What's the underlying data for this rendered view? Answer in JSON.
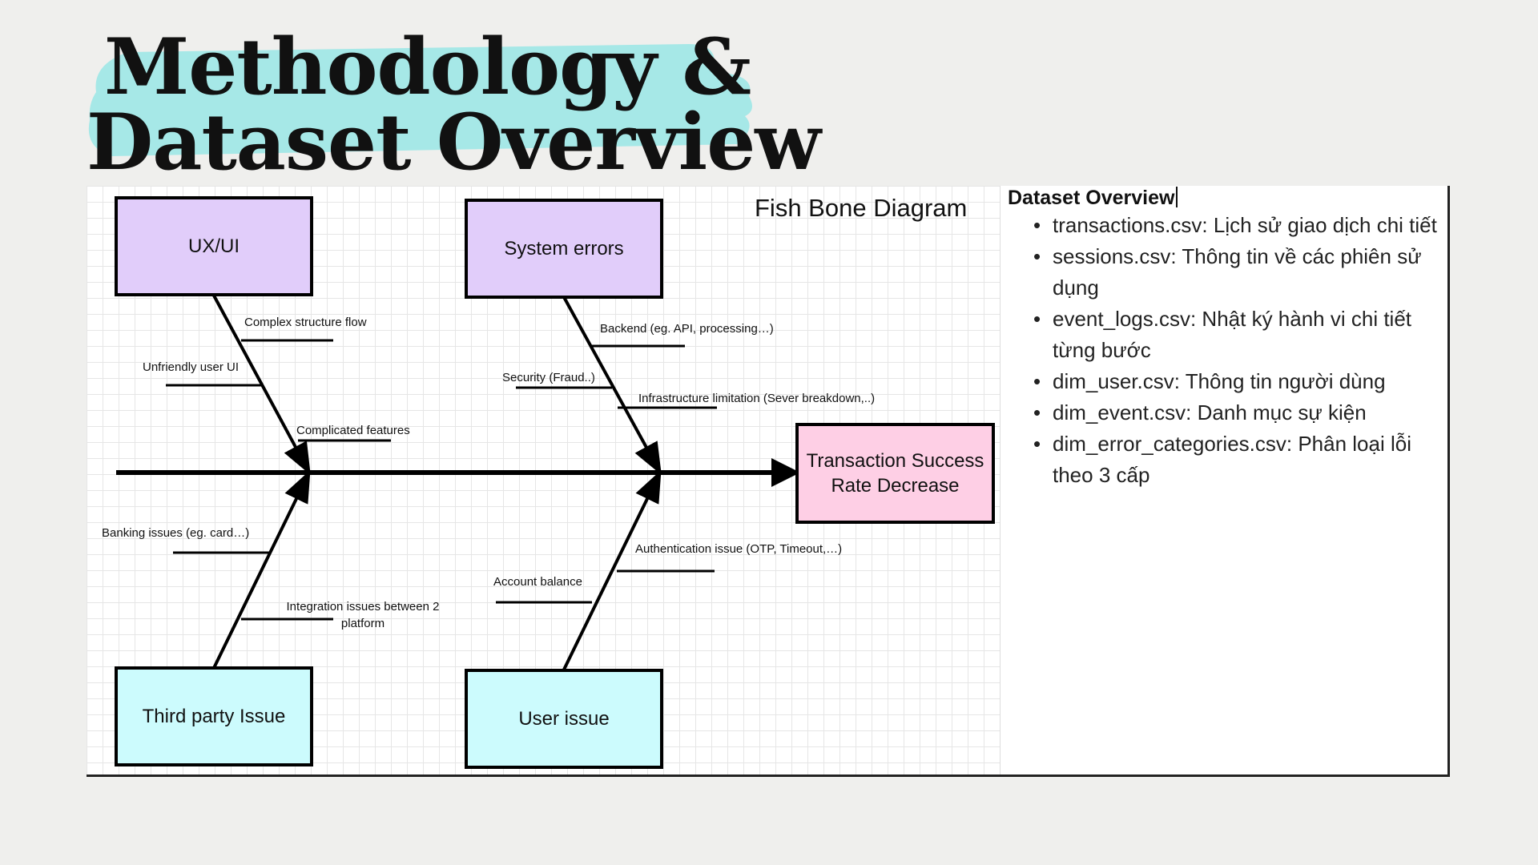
{
  "title": {
    "line1": "Methodology &",
    "line2": "Dataset Overview"
  },
  "colors": {
    "title_highlight": "#a6e8e7",
    "cause_box_top": "#e1cdfa",
    "cause_box_bottom": "#ccfbfd",
    "effect_box": "#fecfe5"
  },
  "diagram": {
    "heading": "Fish Bone Diagram",
    "effect": "Transaction Success Rate Decrease",
    "categories": {
      "ux_ui": {
        "name": "UX/UI",
        "causes": [
          "Complex structure flow",
          "Unfriendly user UI",
          "Complicated features"
        ]
      },
      "system_errors": {
        "name": "System errors",
        "causes": [
          "Backend (eg. API, processing…)",
          "Security (Fraud..)",
          "Infrastructure limitation (Sever breakdown,..)"
        ]
      },
      "third_party": {
        "name": "Third party Issue",
        "causes": [
          "Banking issues (eg. card…)",
          "Integration issues between 2 platform"
        ]
      },
      "user_issue": {
        "name": "User issue",
        "causes": [
          "Authentication issue (OTP, Timeout,…)",
          "Account balance"
        ]
      }
    }
  },
  "overview": {
    "heading": "Dataset Overview",
    "items": [
      "transactions.csv: Lịch sử giao dịch chi tiết",
      "sessions.csv: Thông tin về các phiên sử dụng",
      "event_logs.csv: Nhật ký hành vi chi tiết từng bước",
      "dim_user.csv: Thông tin người dùng",
      "dim_event.csv: Danh mục sự kiện",
      "dim_error_categories.csv: Phân loại lỗi theo 3 cấp"
    ]
  }
}
